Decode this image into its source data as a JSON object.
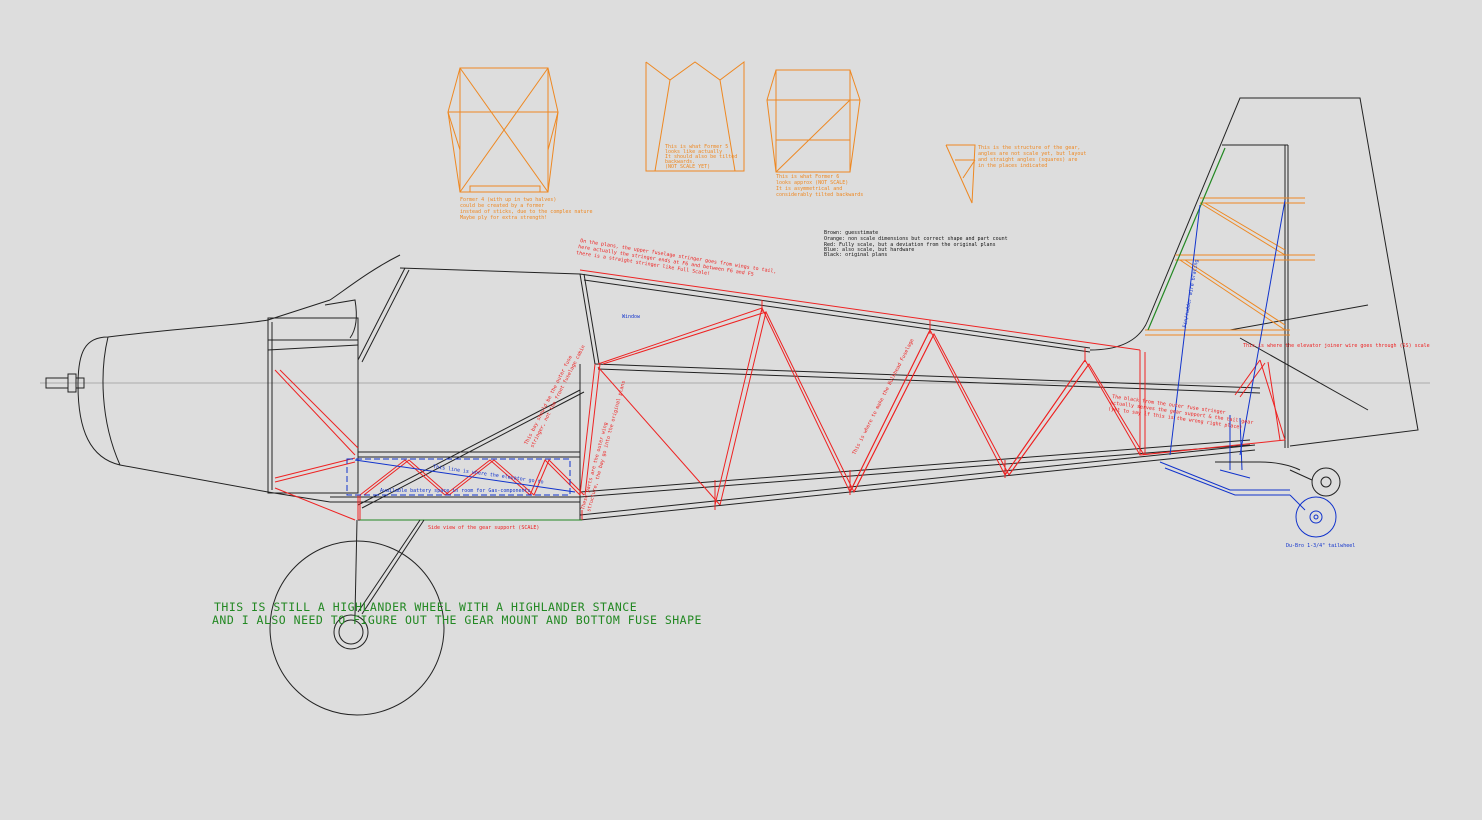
{
  "colors": {
    "background": "#dddddd",
    "black": "#222222",
    "red": "#ee2222",
    "orange": "#ee8822",
    "blue": "#1133cc",
    "green": "#228822"
  },
  "former4_note": {
    "line1": "Former 4 (with up in two halves)",
    "line2": "could be created by a former",
    "line3": "instead of sticks, due to the complex nature",
    "line4": "Maybe ply for extra strength!"
  },
  "former5_note": {
    "line1": "This is what Former 5",
    "line2": "looks like actually",
    "line3": "It should also be tilted",
    "line4": "backwards.",
    "line5": "(NOT SCALE YET)"
  },
  "former6_note": {
    "line1": "This is what Former 6",
    "line2": "looks approx (NOT SCALE)",
    "line3": "It is asymmetrical and",
    "line4": "considerably tilted backwards"
  },
  "gear_structure_note": {
    "line1": "This is the structure of the gear,",
    "line2": "angles are not scale yet, but layout",
    "line3": "and straight angles (squares) are",
    "line4": "in the places indicated"
  },
  "legend": {
    "line1": "Brown: guesstimate",
    "line2": "Orange: non scale dimensions but correct shape and part count",
    "line3": "Red: Fully scale, but a deviation from the original plans",
    "line4": "Blue: also scale, but hardware",
    "line5": "Black: original plans"
  },
  "stringer_note": {
    "line1": "On the plans, the upper fuselage stringer goes from wings to tail,",
    "line2": "here actually the stringer ends at F6 and between F6 and F5",
    "line3": "there is a straight stringer like Full Scale!"
  },
  "labels": {
    "window": "Window",
    "battery": "Available battery space in room for Gas-components",
    "wire_line": "This line is where the elevator go to",
    "gear_support": "Side view of the gear support (SCALE)",
    "diagonal_mid": "This is where to make the Bulkhead Fuselage",
    "diagonal_left": "This bay should be the outer fuse",
    "diagonal_left2": "stringer, not the front fuselage cabin",
    "diagonal_center": "These parts are the outer wing",
    "diagonal_center2": "structure, the bay go into the original plans",
    "elevator_joiner": "This is where the elevator joiner wire goes through (SS) scale",
    "fuse_rudder": "The black from the outer fuse stringer",
    "fuse_rudder2": "actually serves the gear support & the tail gear",
    "fuse_rudder3": "(yet to say if this is the wrong right place)",
    "fin_wire": "Fin/rudder wire bracing",
    "tailwheel": "Du-Bro 1-3/4\" tailwheel"
  },
  "note_green": {
    "line1": "THIS IS STILL A HIGHLANDER WHEEL WITH A HIGHLANDER STANCE",
    "line2": "AND I ALSO NEED TO FIGURE OUT THE GEAR MOUNT AND BOTTOM FUSE SHAPE"
  }
}
